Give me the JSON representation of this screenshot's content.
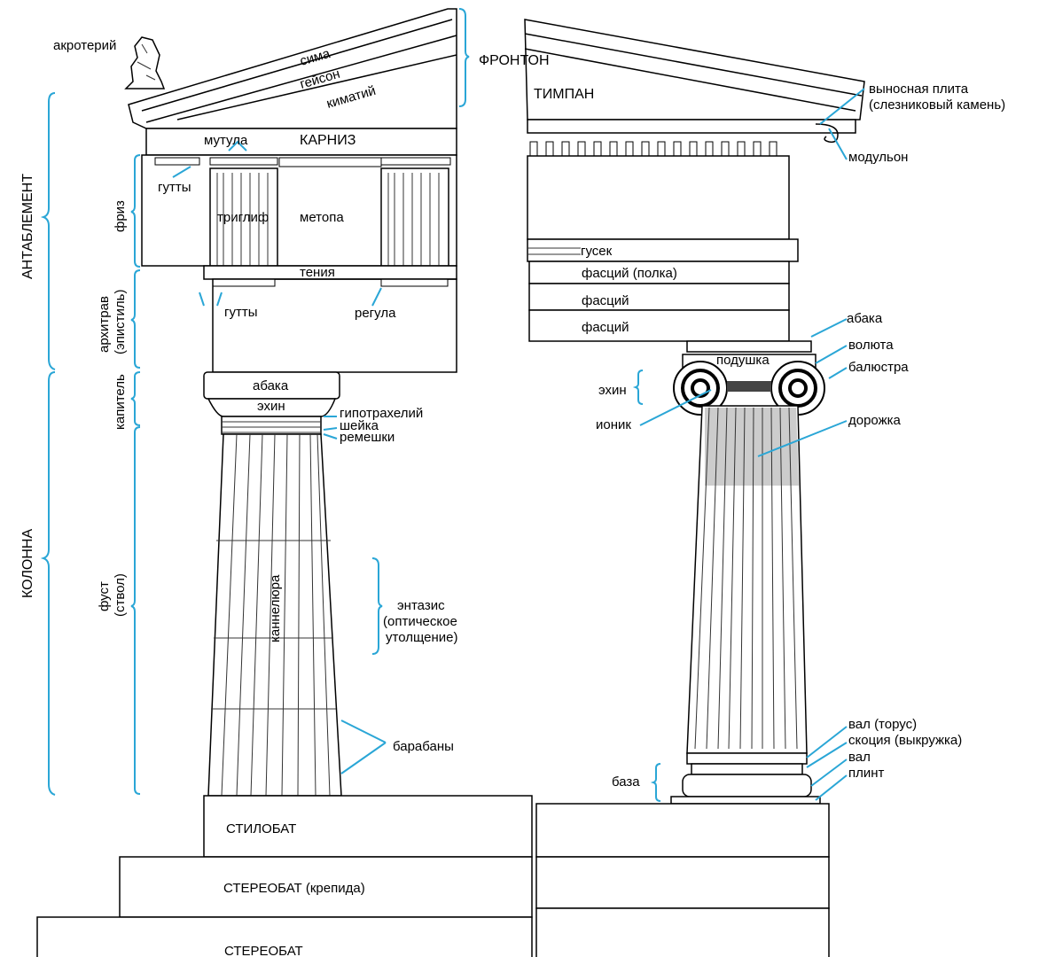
{
  "colors": {
    "accent": "#2aa6d6",
    "line": "#000000"
  },
  "doric": {
    "akroterion": "акротерий",
    "sima": "сима",
    "geison": "гейсон",
    "kymation": "киматий",
    "pediment": "ФРОНТОН",
    "mutule": "мутула",
    "cornice": "КАРНИЗ",
    "guttae_top": "гутты",
    "triglyph": "триглиф",
    "metope": "метопа",
    "taenia": "тения",
    "guttae_bottom": "гутты",
    "regula": "регула",
    "abacus": "абака",
    "echinus": "эхин",
    "hypotrachelion": "гипотрахелий",
    "neck": "шейка",
    "annulets": "ремешки",
    "flute": "каннелюра",
    "entasis": [
      "энтазис",
      "(оптическое",
      "утолщение)"
    ],
    "drums": "барабаны",
    "stylobate": "СТИЛОБАТ",
    "stereobate_krepis": "СТЕРЕОБАТ (крепида)",
    "stereobate": "СТЕРЕОБАТ"
  },
  "brackets": {
    "entablature": "АНТАБЛЕМЕНТ",
    "column": "КОЛОННА",
    "frieze": "фриз",
    "architrave": [
      "архитрав",
      "(эпистиль)"
    ],
    "capital": "капитель",
    "shaft": [
      "фуст",
      "(ствол)"
    ]
  },
  "ionic": {
    "tympanum": "ТИМПАН",
    "corona": [
      "выносная плита",
      "(слезниковый камень)"
    ],
    "modillion": "модульон",
    "cyma": "гусек",
    "fascia_shelf": "фасций (полка)",
    "fascia_1": "фасций",
    "fascia_2": "фасций",
    "abacus": "абака",
    "volute": "волюта",
    "pulvinus": "подушка",
    "baluster": "балюстра",
    "echinus": "эхин",
    "ionic_kymation": "ионик",
    "fillet": "дорожка",
    "torus_upper": "вал (торус)",
    "scotia": "скоция (выкружка)",
    "torus_lower": "вал",
    "plinth": "плинт",
    "base": "база"
  }
}
